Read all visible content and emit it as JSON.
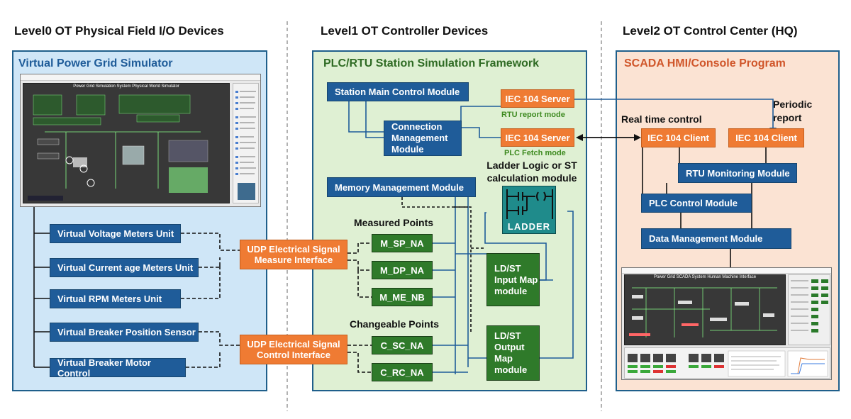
{
  "levels": {
    "level0": "Level0 OT Physical Field I/O Devices",
    "level1": "Level1 OT Controller Devices",
    "level2": "Level2 OT Control Center (HQ)"
  },
  "level0_panel": {
    "title": "Virtual Power Grid Simulator",
    "screenshot_title": "Power Grid Simulation System Physical World Simulator",
    "units": [
      "Virtual Voltage Meters Unit",
      "Virtual Current age Meters Unit",
      "Virtual RPM Meters Unit",
      "Virtual Breaker Position Sensor",
      "Virtual Breaker Motor Control"
    ],
    "udp_measure": "UDP Electrical Signal Measure Interface",
    "udp_control": "UDP Electrical Signal Control Interface"
  },
  "level1_panel": {
    "title": "PLC/RTU Station Simulation Framework",
    "station_main": "Station Main Control Module",
    "connection": "Connection Management Module",
    "memory": "Memory Management Module",
    "iec_server_1": "IEC 104 Server",
    "iec_server_2": "IEC 104 Server",
    "rtu_mode": "RTU report mode",
    "plc_mode": "PLC Fetch mode",
    "ladder_title": "Ladder Logic or ST calculation module",
    "ladder_label": "LADDER",
    "measured_points": "Measured Points",
    "changeable_points": "Changeable Points",
    "points": [
      "M_SP_NA",
      "M_DP_NA",
      "M_ME_NB",
      "C_SC_NA",
      "C_RC_NA"
    ],
    "input_map": "LD/ST Input Map module",
    "output_map": "LD/ST Output Map module"
  },
  "level2_panel": {
    "title": "SCADA HMI/Console Program",
    "real_time": "Real time control",
    "periodic": "Periodic report",
    "iec_client_1": "IEC 104 Client",
    "iec_client_2": "IEC 104 Client",
    "rtu_monitoring": "RTU Monitoring  Module",
    "plc_control": "PLC Control Module",
    "data_management": "Data Management Module",
    "screenshot_title": "Power Grid SCADA System Human Machine Interface"
  },
  "colors": {
    "module_blue": "#1f5c99",
    "interface_orange": "#ef7b33",
    "point_green": "#2f7a2a",
    "panel0_bg": "#cfe6f7",
    "panel1_bg": "#dff0d3",
    "panel2_bg": "#fbe3d3",
    "panel0_title": "#1f5c99",
    "panel1_title": "#2f6b24",
    "panel2_title": "#d0562a"
  }
}
